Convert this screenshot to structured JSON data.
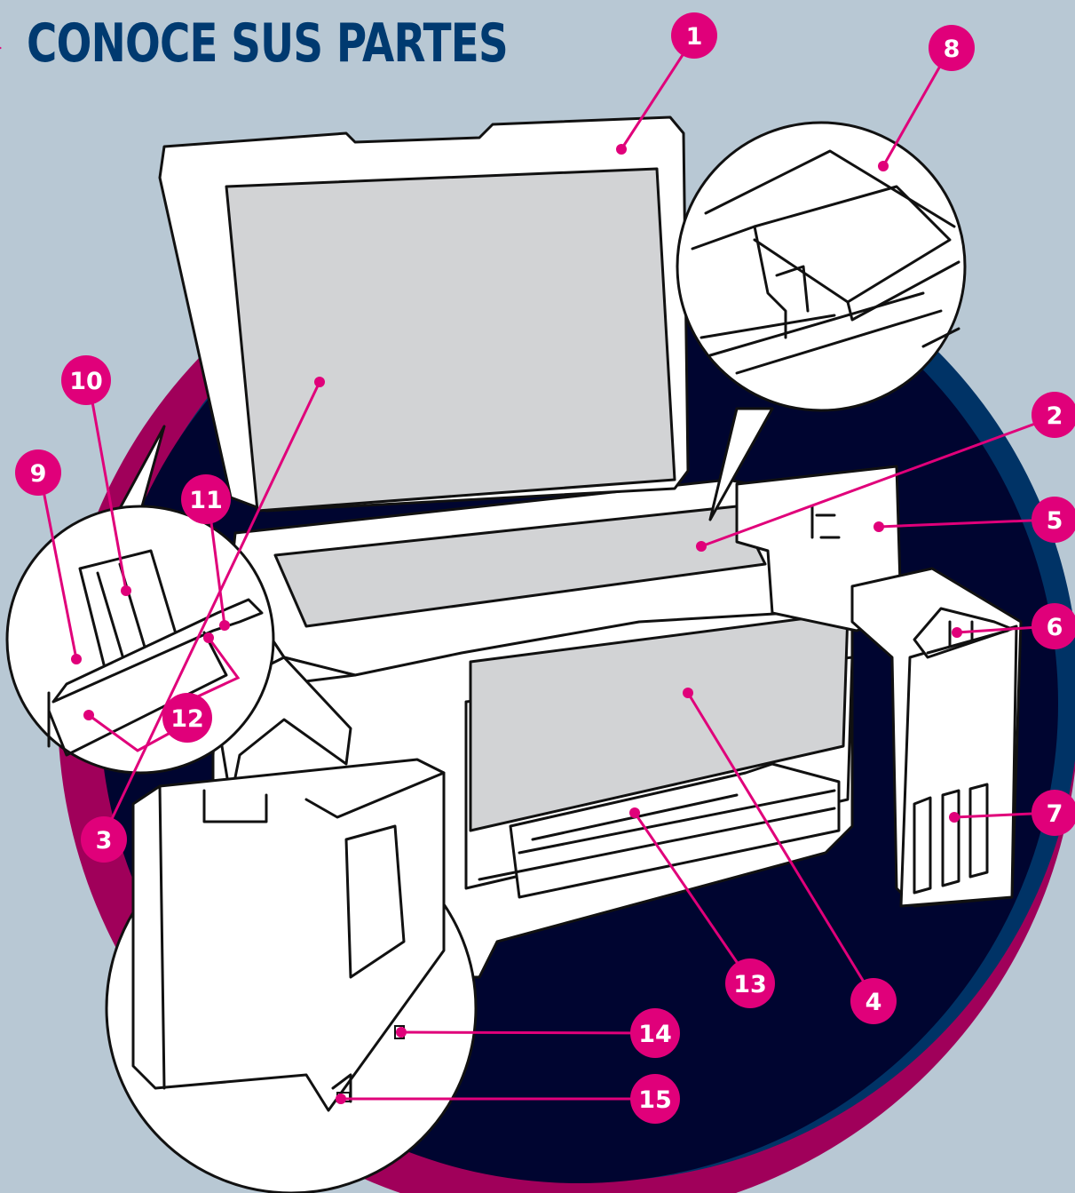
{
  "title": "CONOCE SUS PARTES",
  "colors": {
    "background": "#b8c8d4",
    "title": "#003a70",
    "accent": "#e0007a",
    "circle_dark": "#000530",
    "circle_navy": "#003366",
    "circle_magenta": "#a0005a",
    "glass": "#d2d3d5"
  },
  "callouts": [
    {
      "id": "c1",
      "label": "1"
    },
    {
      "id": "c2",
      "label": "2"
    },
    {
      "id": "c3",
      "label": "3"
    },
    {
      "id": "c4",
      "label": "4"
    },
    {
      "id": "c5",
      "label": "5"
    },
    {
      "id": "c6",
      "label": "6"
    },
    {
      "id": "c7",
      "label": "7"
    },
    {
      "id": "c8",
      "label": "8"
    },
    {
      "id": "c9",
      "label": "9"
    },
    {
      "id": "c10",
      "label": "10"
    },
    {
      "id": "c11",
      "label": "11"
    },
    {
      "id": "c12",
      "label": "12"
    },
    {
      "id": "c13",
      "label": "13"
    },
    {
      "id": "c14",
      "label": "14"
    },
    {
      "id": "c15",
      "label": "15"
    }
  ]
}
